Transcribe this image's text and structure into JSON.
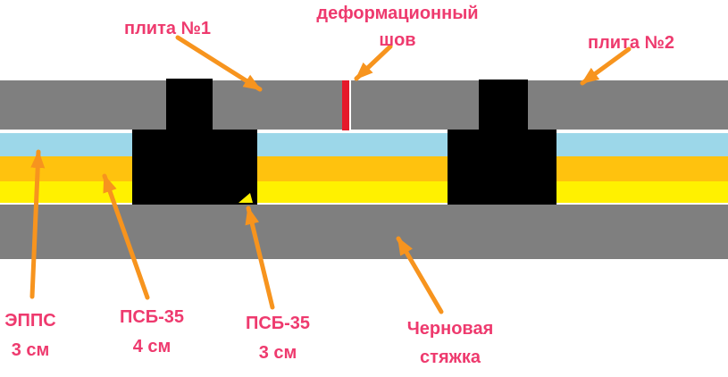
{
  "diagram_title": "floor insulation cross-section",
  "annotations": {
    "slab1": {
      "text": "плита №1"
    },
    "joint": {
      "line1": "деформационный",
      "line2": "шов"
    },
    "slab2": {
      "text": "плита №2"
    },
    "epps": {
      "line1": "ЭППС",
      "line2": "3 см"
    },
    "psb4": {
      "line1": "ПСБ-35",
      "line2": "4 см"
    },
    "psb3": {
      "line1": "ПСБ-35",
      "line2": "3 см"
    },
    "screed": {
      "line1": "Черновая",
      "line2": "стяжка"
    }
  },
  "layers": [
    {
      "name": "slab",
      "label": "плита №1 / плита №2",
      "color": "#7F7F7F"
    },
    {
      "name": "epps",
      "label": "ЭППС 3 см",
      "color": "#9CD7E9"
    },
    {
      "name": "psb-35-4cm",
      "label": "ПСБ-35 4 см",
      "color": "#FFC20E"
    },
    {
      "name": "psb-35-3cm",
      "label": "ПСБ-35 3 см",
      "color": "#FFF100"
    },
    {
      "name": "rough-screed",
      "label": "Черновая стяжка",
      "color": "#7F7F7F"
    }
  ],
  "joint_marker": {
    "label": "деформационный шов",
    "color": "#E51A2B"
  },
  "colors": {
    "label_pink": "#EE3A6E",
    "arrow_orange": "#F7941E",
    "block_black": "#000000",
    "background": "#FFFFFF"
  }
}
